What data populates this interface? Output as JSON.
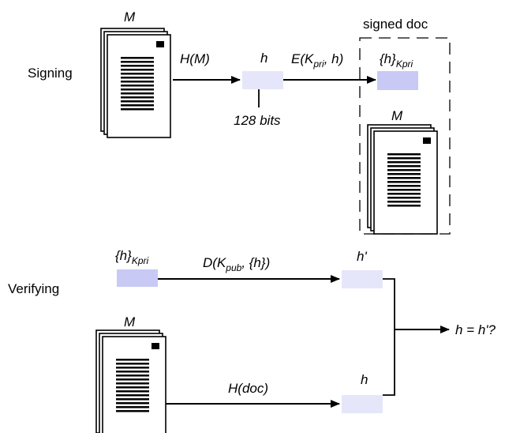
{
  "signing": {
    "section_label": "Signing",
    "doc_label": "M",
    "hash_fn_label": "H(M)",
    "hash_label": "h",
    "hash_size_label": "128 bits",
    "encrypt_label": {
      "prefix": "E(K",
      "sub": "pri",
      "suffix": ", h)"
    },
    "signed_doc_title": "signed doc",
    "signed_hash": {
      "main": "{h}",
      "sub": "Kpri"
    },
    "signed_doc_m_label": "M"
  },
  "verifying": {
    "section_label": "Verifying",
    "signed_hash": {
      "main": "{h}",
      "sub": "Kpri"
    },
    "decrypt_label": {
      "prefix": "D(K",
      "sub": "pub",
      "suffix": ", {h})"
    },
    "decrypted_hash_label": "h'",
    "doc_label": "M",
    "hash_fn_label": "H(doc)",
    "hash_label": "h",
    "result_label": "h = h'?"
  },
  "colors": {
    "hash_box_fill": "#e6e6fa",
    "signed_hash_fill": "#c9c9f5",
    "doc_fill": "#ffffff",
    "stroke": "#000000"
  }
}
